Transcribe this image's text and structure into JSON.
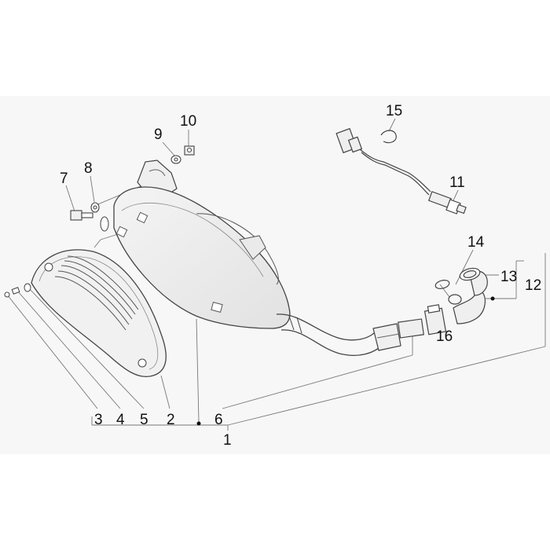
{
  "diagram": {
    "callouts": {
      "c1": "1",
      "c2": "2",
      "c3": "3",
      "c4": "4",
      "c5": "5",
      "c6": "6",
      "c7": "7",
      "c8": "8",
      "c9": "9",
      "c10": "10",
      "c11": "11",
      "c12": "12",
      "c13": "13",
      "c14": "14",
      "c15": "15",
      "c16": "16"
    },
    "colors": {
      "panel": "#f7f7f7",
      "stroke": "#444444",
      "part_fill": "#efefef",
      "label": "#111111"
    }
  }
}
